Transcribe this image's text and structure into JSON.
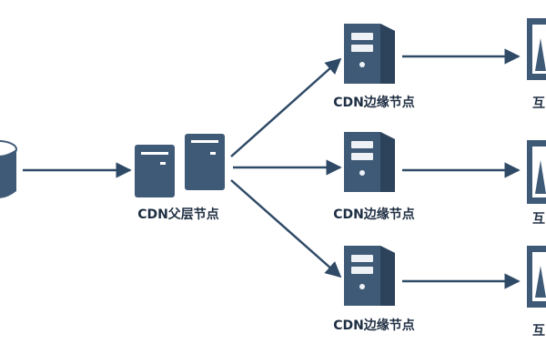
{
  "nodes": {
    "parent": {
      "label": "CDN父层节点"
    },
    "edge_top": {
      "label": "CDN边缘节点"
    },
    "edge_middle": {
      "label": "CDN边缘节点"
    },
    "edge_bottom": {
      "label": "CDN边缘节点"
    }
  },
  "monitors": {
    "top": {
      "label": "互"
    },
    "middle": {
      "label": "互"
    },
    "bottom": {
      "label": "互"
    }
  },
  "colors": {
    "node": "#3f5a77",
    "node_light": "#eef2f6",
    "line": "#2f4a66",
    "text": "#1e2e42"
  },
  "icons": {
    "source": "database-icon",
    "server": "server-icon",
    "monitor": "monitor-icon"
  }
}
